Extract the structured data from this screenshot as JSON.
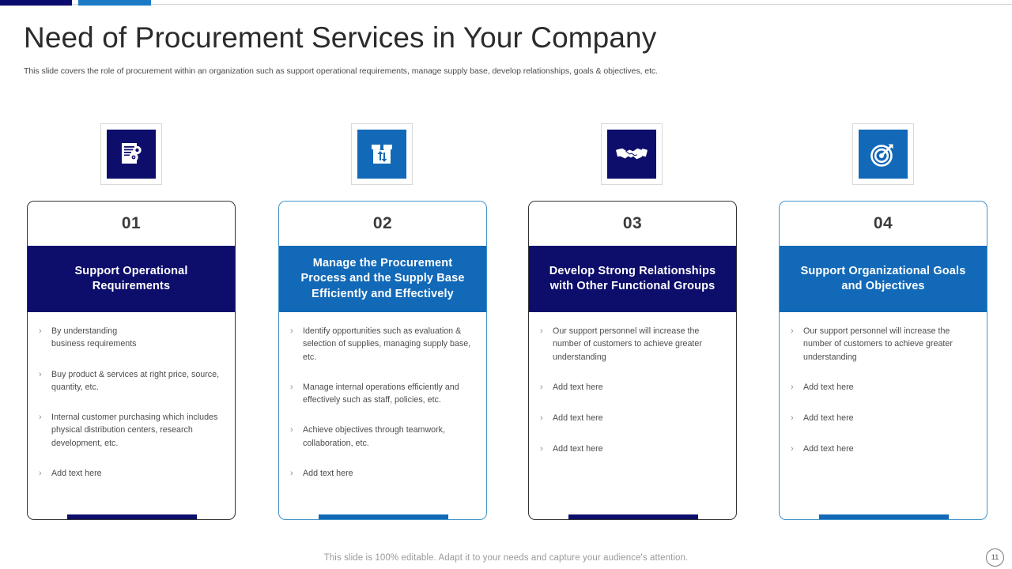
{
  "topbar": {
    "segment_navy_color": "#0c0c6e",
    "segment_blue_color": "#1a7bc4"
  },
  "header": {
    "title": "Need of Procurement Services in Your Company",
    "subtitle": "This slide covers the role of procurement within an organization such as support operational requirements, manage supply base, develop relationships, goals & objectives, etc."
  },
  "icons": [
    {
      "name": "document-gear-icon",
      "theme": "navy"
    },
    {
      "name": "package-box-arrows-icon",
      "theme": "blue"
    },
    {
      "name": "handshake-icon",
      "theme": "navy"
    },
    {
      "name": "target-arrow-icon",
      "theme": "blue"
    }
  ],
  "cards": [
    {
      "number": "01",
      "title": "Support\nOperational Requirements",
      "theme": "navy",
      "accent_color": "#0d0d6b",
      "bullets": [
        "By understanding\nbusiness requirements",
        "Buy product & services at right price, source, quantity, etc.",
        "Internal customer purchasing which includes physical distribution centers, research development,  etc.",
        "Add text here"
      ]
    },
    {
      "number": "02",
      "title": "Manage the Procurement Process  and the Supply Base Efficiently  and Effectively",
      "theme": "blue",
      "accent_color": "#1269b8",
      "bullets": [
        "Identify  opportunities  such as evaluation  & selection of supplies, managing  supply base, etc.",
        "Manage internal  operations efficiently  and effectively  such as staff, policies, etc.",
        "Achieve  objectives  through  teamwork, collaboration,  etc.",
        "Add text here"
      ]
    },
    {
      "number": "03",
      "title": "Develop Strong  Relationships with Other Functional Groups",
      "theme": "navy",
      "accent_color": "#0d0d6b",
      "bullets": [
        "Our  support  personnel  will  increase the  number  of customers to achieve greater  understanding",
        "Add text here",
        "Add text here",
        "Add text here"
      ]
    },
    {
      "number": "04",
      "title": "Support Organizational Goals and Objectives",
      "theme": "blue",
      "accent_color": "#1269b8",
      "bullets": [
        "Our  support  personnel  will  increase the  number  of customers to achieve greater  understanding",
        "Add text here",
        "Add text here",
        "Add text here"
      ]
    }
  ],
  "footer": {
    "note": "This slide is 100% editable. Adapt it to your needs and capture your audience's attention.",
    "page_number": "11"
  }
}
